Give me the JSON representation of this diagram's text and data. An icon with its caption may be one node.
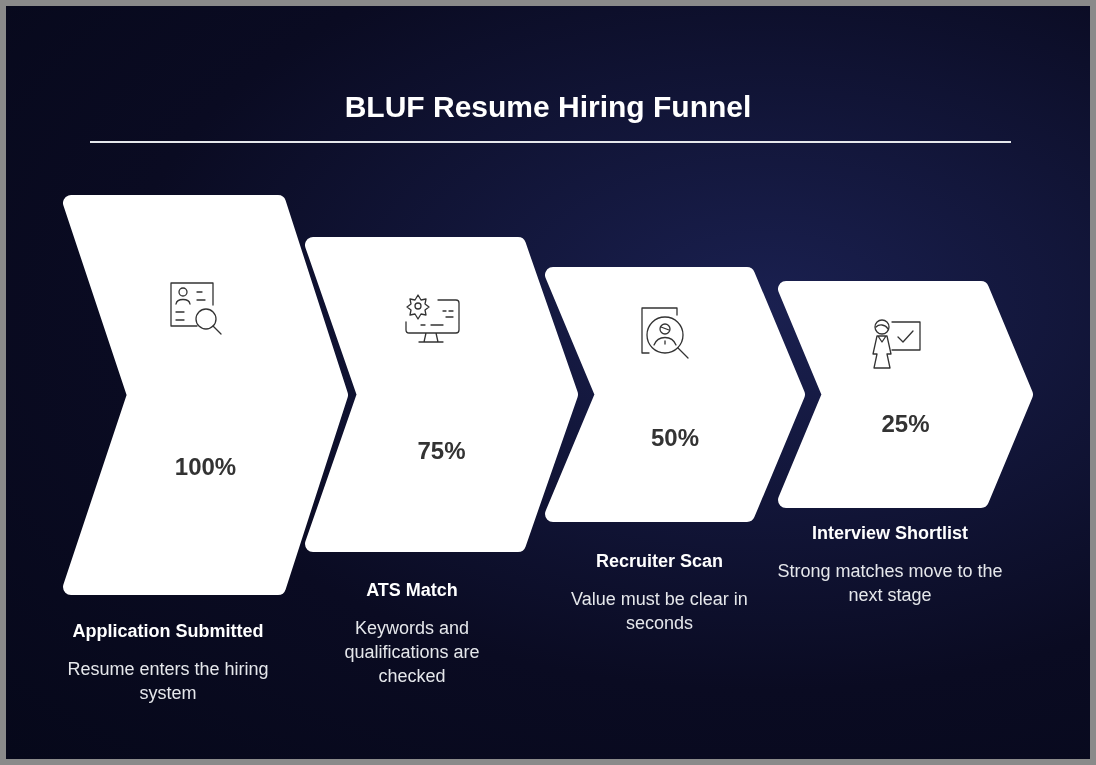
{
  "diagram": {
    "title": "BLUF Resume Hiring Funnel",
    "nodes": [
      {
        "text": [
          "100%"
        ],
        "beside": [
          "Application Submitted",
          "Resume enters the hiring system"
        ]
      },
      {
        "text": [
          "75%"
        ],
        "beside": [
          "ATS Match",
          "Keywords and qualifications are checked"
        ]
      },
      {
        "text": [
          "50%"
        ],
        "beside": [
          "Recruiter Scan",
          "Value must be clear in seconds"
        ]
      },
      {
        "text": [
          "25%"
        ],
        "beside": [
          "Interview Shortlist",
          "Strong matches move to the next stage"
        ]
      }
    ]
  }
}
